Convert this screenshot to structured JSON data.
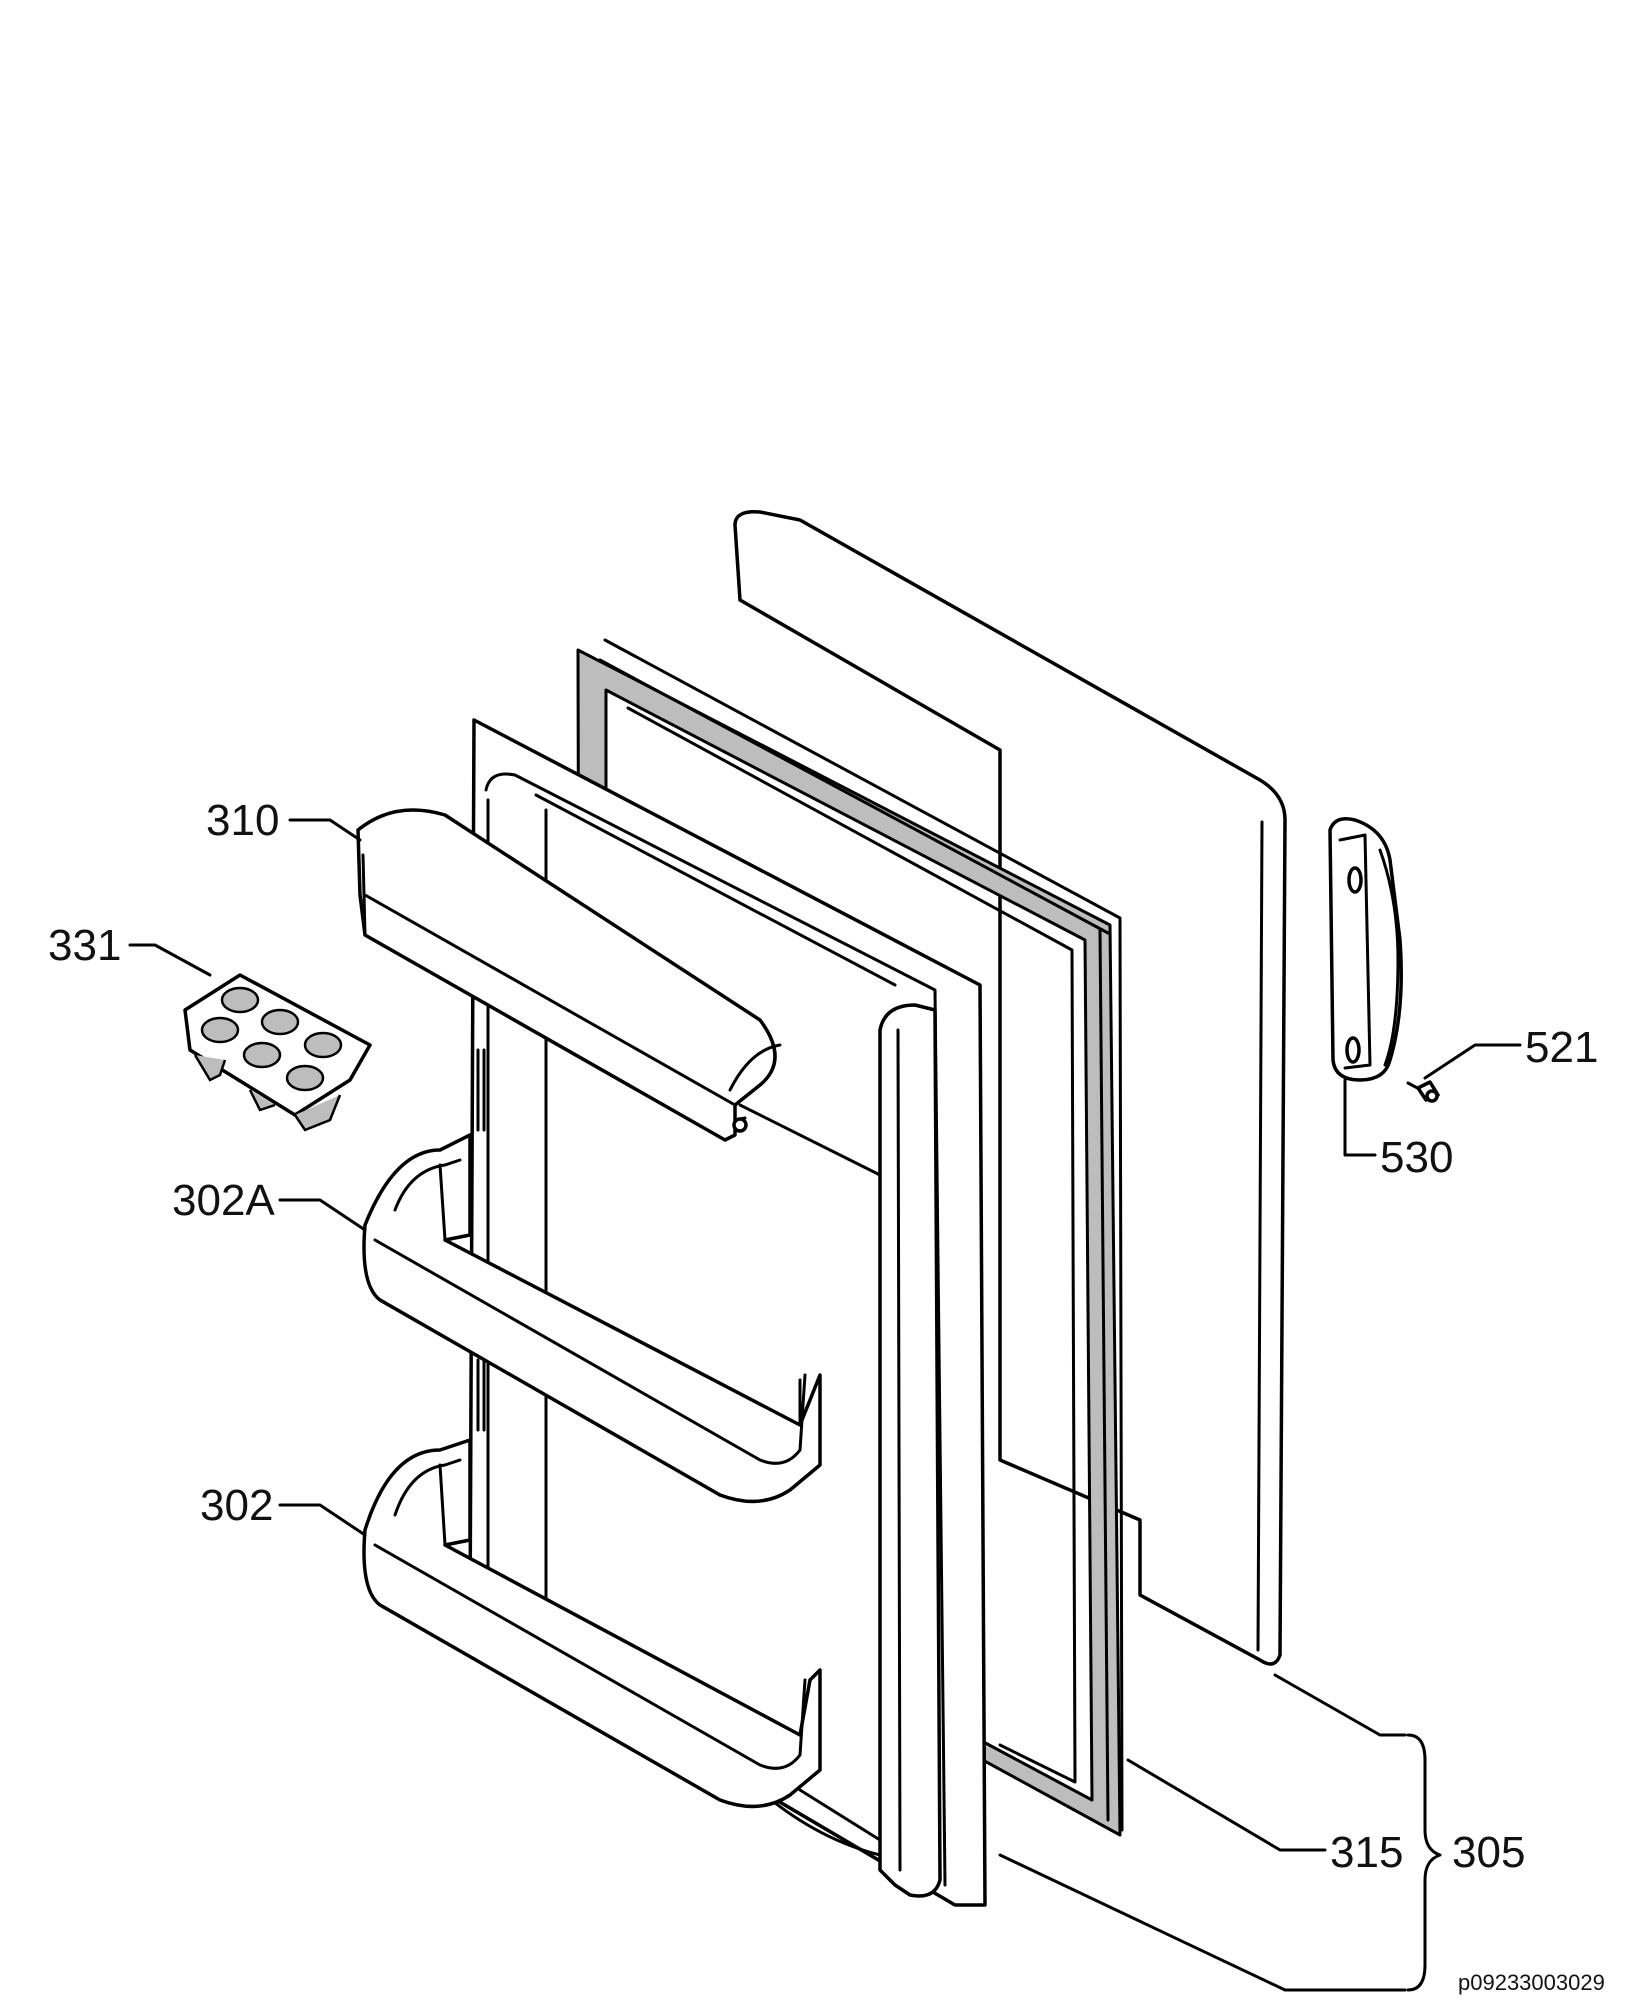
{
  "diagram": {
    "reference_code": "p09233003029",
    "labels": {
      "shelf_cover": "310",
      "egg_tray": "331",
      "upper_shelf": "302A",
      "lower_shelf": "302",
      "handle": "530",
      "screw": "521",
      "gasket": "315",
      "door_assembly": "305"
    }
  }
}
